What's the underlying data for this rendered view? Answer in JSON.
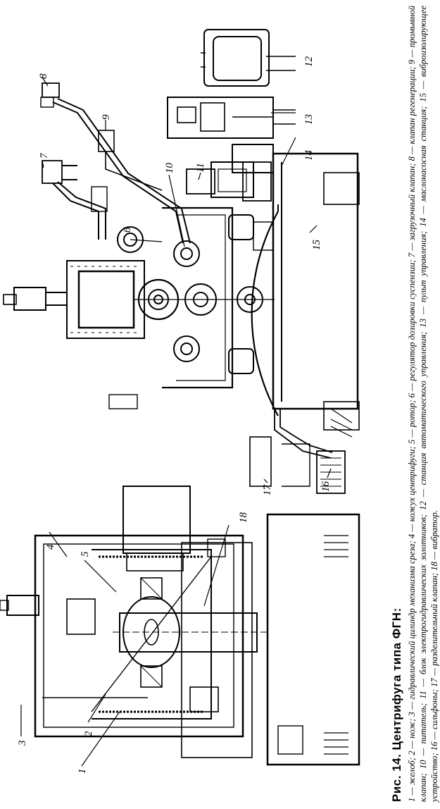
{
  "figure": {
    "title": "Рис. 14. Центрифуга типа ФГН:",
    "legend": "1 — желоб; 2 — нож; 3 — гидравлический цилиндр механизма среза; 4 — кожух центрифуги; 5 — ротор; 6 — регулятор дозировки суспензии; 7 — загрузочный клапан; 8 — клапан регенерации; 9 — промывной клапан; 10 — питатель; 11 — блок электрогидравлических золотников; 12 — станция автоматического управления; 13 — пульт управления; 14 — маслонасосная станция; 15 — виброизолирующее устройство; 16 — сильфоны; 17 — разделительный клапан; 18 — вибратор."
  },
  "labels": {
    "n1": "1",
    "n2": "2",
    "n3": "3",
    "n4": "4",
    "n5": "5",
    "n6": "6",
    "n7": "7",
    "n8": "8",
    "n9": "9",
    "n10": "10",
    "n11": "11",
    "n12": "12",
    "n13": "13",
    "n14": "14",
    "n15": "15",
    "n16": "16",
    "n17": "17",
    "n18": "18"
  }
}
